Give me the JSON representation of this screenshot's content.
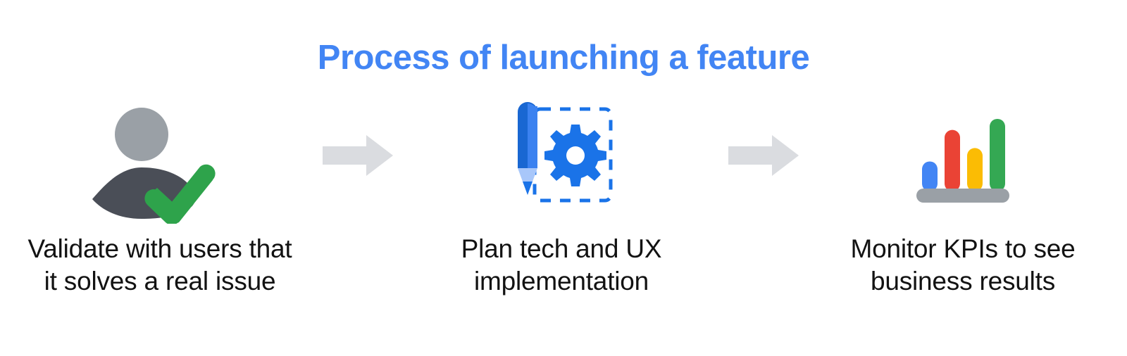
{
  "slide": {
    "background_color": "#FFFFFF",
    "title": "Process of launching a feature",
    "title_color": "#4285F4",
    "caption_color": "#121212"
  },
  "steps": [
    {
      "index": "1",
      "icon": "user-check-icon",
      "caption_line_1": "Validate with users that",
      "caption_line_2": "it solves a real issue",
      "colors": {
        "head": "#9AA0A6",
        "body": "#4A4E57",
        "check": "#2EA34B"
      }
    },
    {
      "index": "2",
      "icon": "pencil-gear-frame-icon",
      "caption_line_1": "Plan tech and UX",
      "caption_line_2": "implementation",
      "colors": {
        "pencil_body": "#1967D2",
        "pencil_body_light": "#3B82F0",
        "pencil_tip": "#A8C7FA",
        "pencil_point": "#1A73E8",
        "gear": "#1A73E8",
        "dashed_frame": "#1A73E8"
      }
    },
    {
      "index": "3",
      "icon": "bar-chart-icon",
      "caption_line_1": "Monitor KPIs to see",
      "caption_line_2": "business results",
      "colors": {
        "baseline": "#9AA0A6"
      }
    }
  ],
  "connectors": [
    {
      "index": "1",
      "icon": "arrow-right-icon",
      "color": "#DADCE0"
    },
    {
      "index": "2",
      "icon": "arrow-right-icon",
      "color": "#DADCE0"
    }
  ],
  "chart_data": {
    "type": "bar",
    "title": "",
    "categories": [
      "bar-1",
      "bar-2",
      "bar-3",
      "bar-4"
    ],
    "values": [
      38,
      78,
      55,
      92
    ],
    "colors": [
      "#4285F4",
      "#EA4335",
      "#FBBC04",
      "#34A853"
    ],
    "xlabel": "",
    "ylabel": "",
    "ylim": [
      0,
      100
    ],
    "grid": false,
    "legend": "none"
  }
}
